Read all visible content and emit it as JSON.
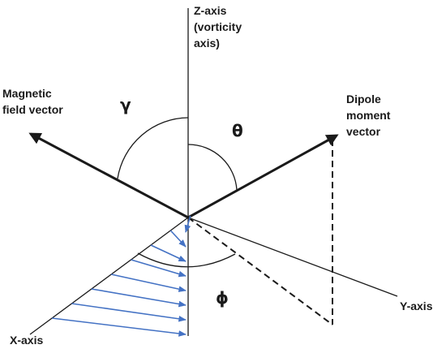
{
  "labels": {
    "z_axis": [
      "Z-axis",
      "(vorticity",
      "axis)"
    ],
    "magnetic": [
      "Magnetic",
      "field vector"
    ],
    "dipole": [
      "Dipole",
      "moment",
      "vector"
    ],
    "x_axis": "X-axis",
    "y_axis": "Y-axis"
  },
  "angles": {
    "gamma": "γ",
    "theta": "θ",
    "phi": "ϕ"
  },
  "colors": {
    "line": "#1a1a1a",
    "flow_arrows": "#4472c4"
  },
  "flow_arrow_count": 8
}
